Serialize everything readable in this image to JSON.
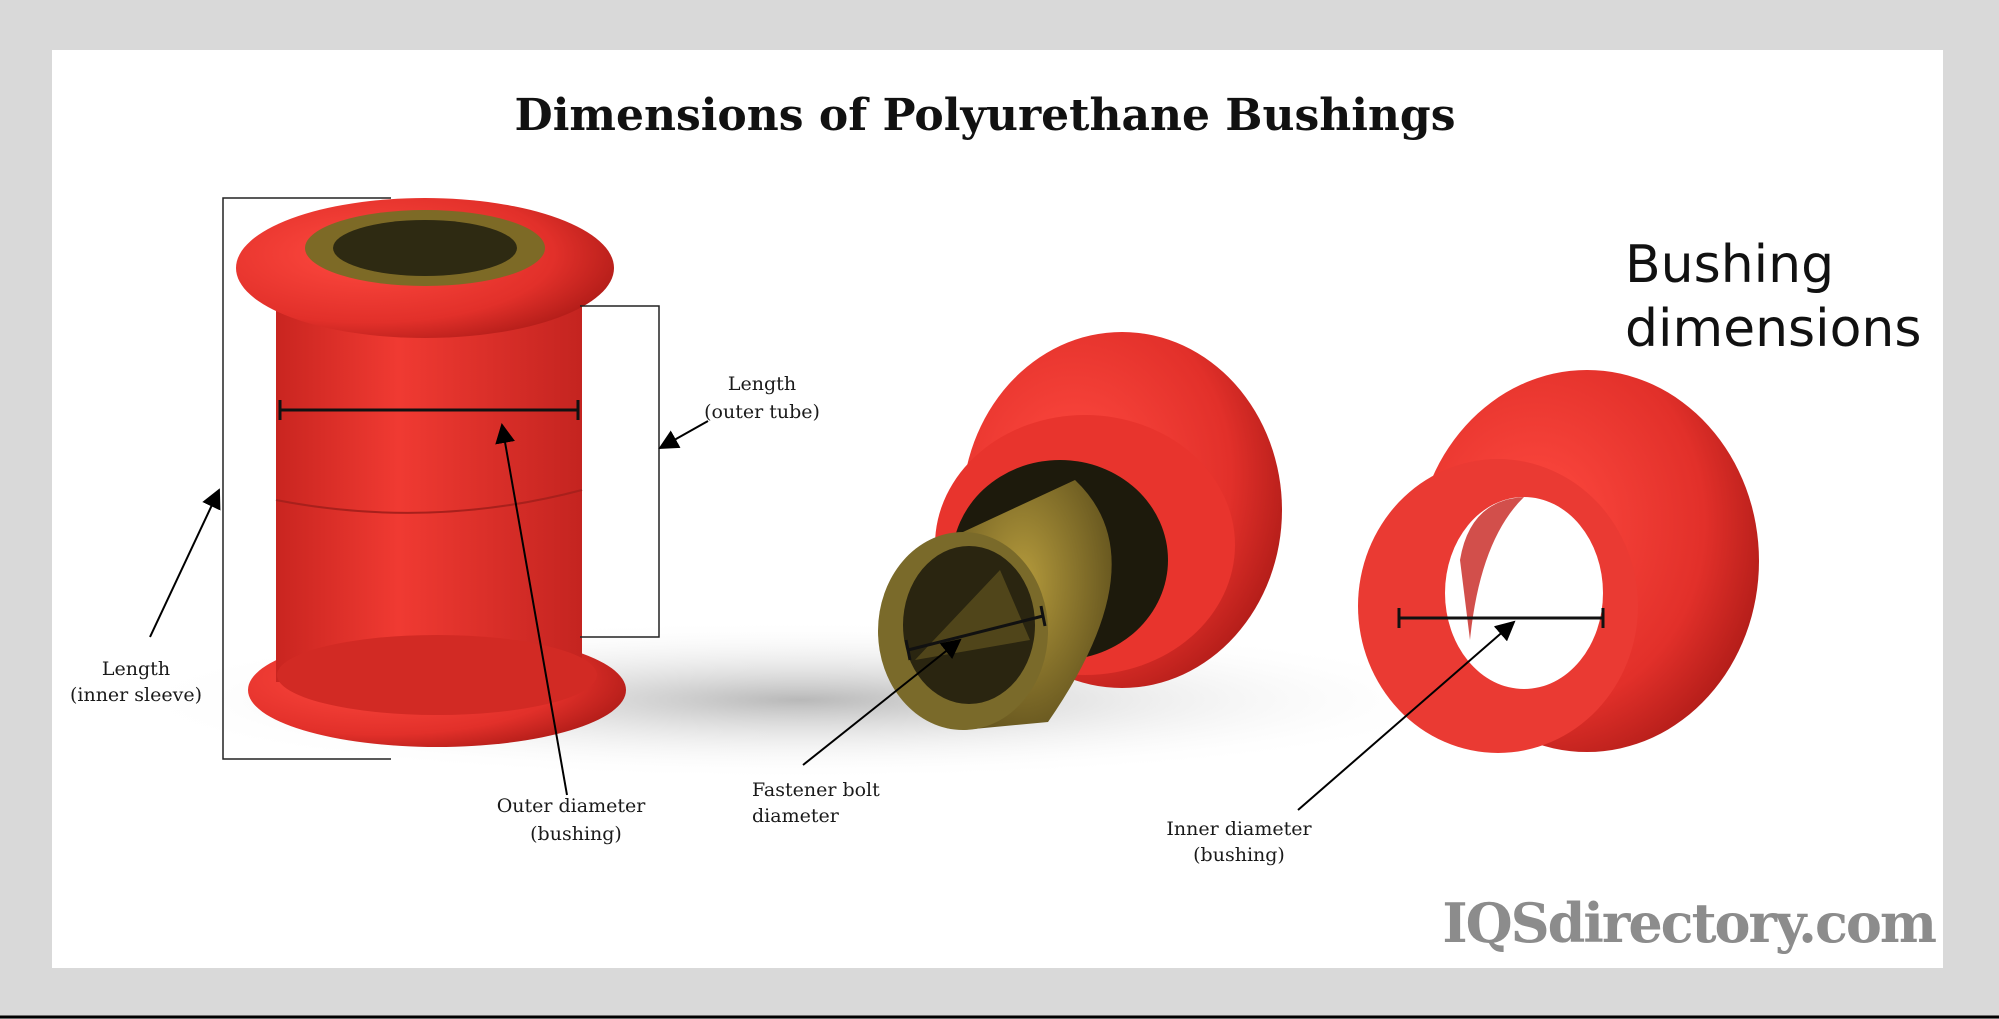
{
  "title": "Dimensions of Polyurethane Bushings",
  "side_heading": {
    "line1": "Bushing",
    "line2": "dimensions"
  },
  "labels": {
    "length_outer_tube": {
      "line1": "Length",
      "line2": "(outer tube)"
    },
    "length_inner_sleeve": {
      "line1": "Length",
      "line2": "(inner sleeve)"
    },
    "outer_diameter": {
      "line1": "Outer diameter",
      "line2": "(bushing)"
    },
    "fastener_bolt": {
      "line1": "Fastener bolt",
      "line2": "diameter"
    },
    "inner_diameter": {
      "line1": "Inner diameter",
      "line2": "(bushing)"
    }
  },
  "watermark": "IQSdirectory.com",
  "colors": {
    "polyurethane_red": "#e8312c",
    "brass": "#7a6a2a",
    "frame": "#d9d9d9"
  }
}
